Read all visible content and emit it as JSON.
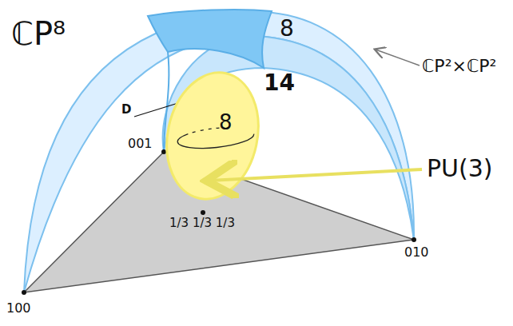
{
  "diagram": {
    "nodes": [
      {
        "text": [
          "8"
        ]
      },
      {
        "text": [
          "14",
          "8"
        ]
      }
    ],
    "labels": [
      "ℂP⁸",
      "ℂP²×ℂP²",
      "PU(3)",
      "D",
      "001",
      "1/3 1/3 1/3",
      "100",
      "010"
    ]
  }
}
